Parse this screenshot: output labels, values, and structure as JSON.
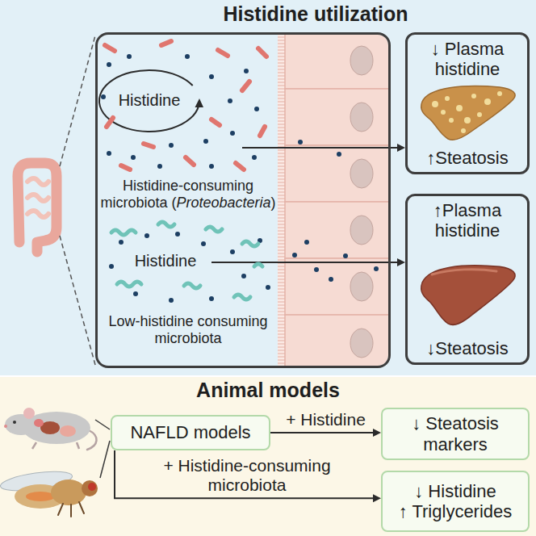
{
  "diagram": {
    "nodes": [
      {
        "text": [
          "Histidine utilization"
        ]
      },
      {
        "text": [
          "Histidine",
          "Histidine-consuming microbiota (Proteobacteria)",
          "Histidine",
          "Low-histidine consuming microbiota"
        ],
        "in": 0
      },
      {
        "text": [
          "↓ Plasma histidine",
          "↑Steatosis"
        ],
        "in": 0
      },
      {
        "text": [
          "↑Plasma histidine",
          "↓Steatosis"
        ],
        "in": 0
      },
      {
        "text": [
          "Animal models"
        ]
      },
      {
        "text": [
          "NAFLD models"
        ],
        "in": 4
      },
      {
        "text": [
          "↓ Steatosis markers"
        ],
        "in": 4
      },
      {
        "text": [
          "↓ Histidine",
          "↑ Triglycerides"
        ],
        "in": 4
      }
    ],
    "edges": [
      {
        "from": 1,
        "to": 2,
        "arrow": "to"
      },
      {
        "from": 1,
        "to": 3,
        "arrow": "to"
      },
      {
        "from": 5,
        "to": 6,
        "label": "+ Histidine",
        "arrow": "to"
      },
      {
        "from": 5,
        "to": 7,
        "label": "+ Histidine-consuming microbiota",
        "arrow": "to"
      }
    ]
  }
}
